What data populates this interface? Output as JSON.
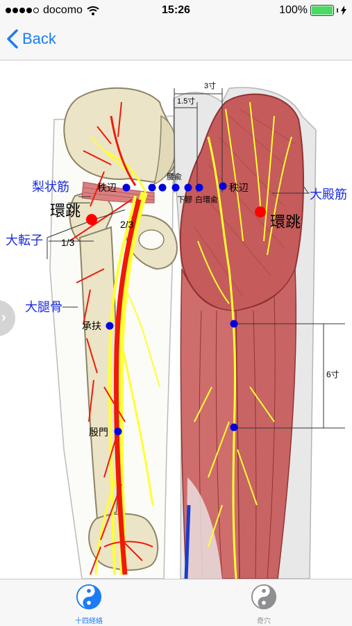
{
  "status": {
    "carrier": "docomo",
    "time": "15:26",
    "battery": "100%",
    "signal_bars": 4
  },
  "nav": {
    "back_label": "Back"
  },
  "figure": {
    "labels": {
      "lishang": "梨状筋",
      "dazhuanzi": "大転子",
      "daitaikotsu": "大腿骨",
      "daidenkin": "大殿筋",
      "kanchou_left": "環跳",
      "kanchou_right": "環跳",
      "chippen_left": "秩辺",
      "chippen_right": "秩辺",
      "youyu": "腰兪",
      "geryou": "下髎",
      "hakkanyu": "白環兪",
      "shoufu": "承扶",
      "inmon": "殷門",
      "ratio_two_thirds": "2/3",
      "ratio_one_third": "1/3",
      "dim_3sun": "3寸",
      "dim_1_5sun": "1.5寸",
      "dim_6sun": "6寸"
    },
    "colors": {
      "point_blue": "#0000e0",
      "point_red": "#ff0000",
      "label_blue": "#1c2ce0"
    }
  },
  "tabs": [
    {
      "label": "十四経絡",
      "icon": "yin-yang-icon",
      "active": true
    },
    {
      "label": "奇穴",
      "icon": "yin-yang-icon",
      "active": false
    }
  ]
}
